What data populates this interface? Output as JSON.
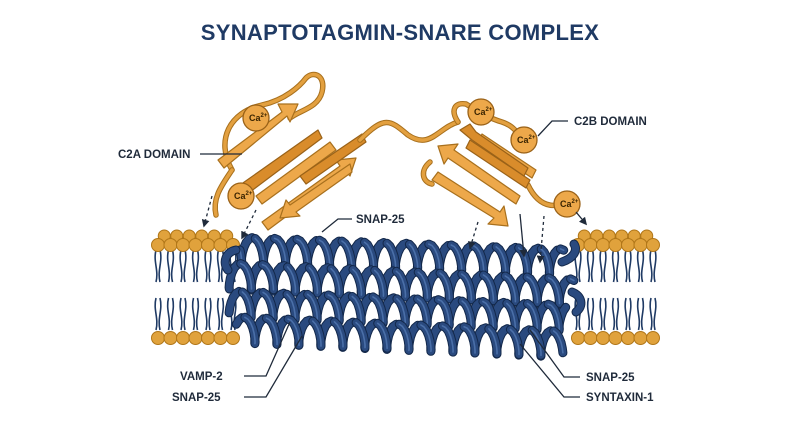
{
  "title": "SYNAPTOTAGMIN-SNARE COMPLEX",
  "labels": {
    "c2a": "C2A DOMAIN",
    "c2b": "C2B DOMAIN",
    "snap25_top": "SNAP-25",
    "vamp2": "VAMP-2",
    "snap25_left": "SNAP-25",
    "snap25_right": "SNAP-25",
    "syntaxin1": "SYNTAXIN-1"
  },
  "calcium": {
    "text": "Ca",
    "charge": "2+"
  },
  "colors": {
    "title": "#1f3a64",
    "helix": "#2a4a7f",
    "protein": "#eda84a",
    "membrane_head": "#e0a23c",
    "membrane_tail": "#1f3a64"
  },
  "icons": {
    "membrane": "lipid-bilayer",
    "helix": "alpha-helix",
    "sheet": "beta-strand-arrow",
    "ion": "calcium-ion-sphere"
  }
}
